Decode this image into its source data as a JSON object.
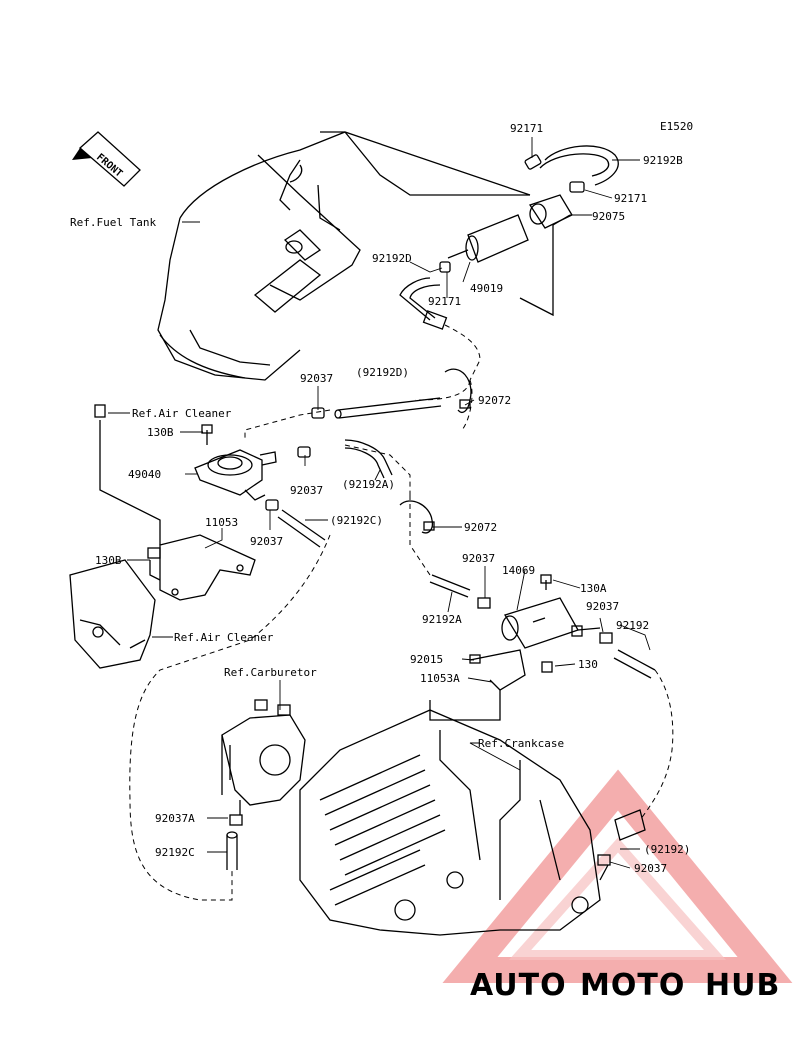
{
  "diagram_code": "E1520",
  "front_label": "FRONT",
  "refs": {
    "fuel_tank": "Ref.Fuel Tank",
    "air_cleaner_1": "Ref.Air Cleaner",
    "air_cleaner_2": "Ref.Air Cleaner",
    "carburetor": "Ref.Carburetor",
    "crankcase": "Ref.Crankcase"
  },
  "parts": {
    "p92171_a": "92171",
    "p92192B": "92192B",
    "p92171_b": "92171",
    "p92075": "92075",
    "p92192D": "92192D",
    "p92171_c": "92171",
    "p49019": "49019",
    "p92037_a": "92037",
    "p92192D_paren": "(92192D)",
    "p92072_a": "92072",
    "p130B_a": "130B",
    "p49040": "49040",
    "p92037_b": "92037",
    "p92192A_paren": "(92192A)",
    "p11053": "11053",
    "p92037_c": "92037",
    "p92192C_paren": "(92192C)",
    "p92072_b": "92072",
    "p130B_b": "130B",
    "p92037_d": "92037",
    "p14069": "14069",
    "p130A": "130A",
    "p92192A": "92192A",
    "p92037_e": "92037",
    "p92192": "92192",
    "p92015": "92015",
    "p130": "130",
    "p11053A": "11053A",
    "p92037A": "92037A",
    "p92192C": "92192C",
    "p92192_paren": "(92192)",
    "p92037_f": "92037"
  },
  "watermark": {
    "part1": "AUTO",
    "part2": "MOTO",
    "part3": "HUB",
    "color_light": "#f5c08a",
    "color_red": "#f07b72",
    "color_gray": "#9a9a9a",
    "triangle_color": "#f2a0a0"
  }
}
